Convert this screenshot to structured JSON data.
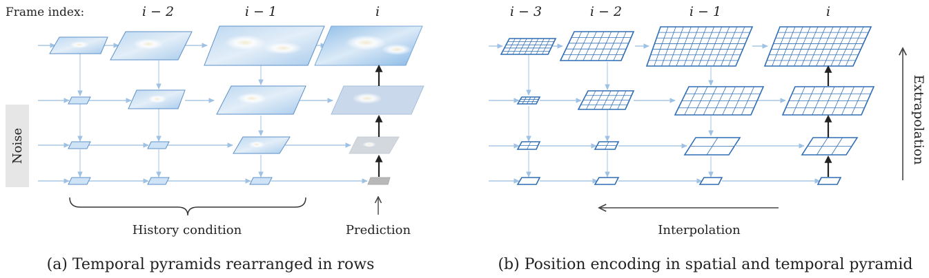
{
  "panel_a": {
    "frame_index_label": "Frame index:",
    "frames": [
      "i − 2",
      "i − 1",
      "i"
    ],
    "noise_label": "Noise",
    "history_label": "History condition",
    "prediction_label": "Prediction",
    "caption": "(a) Temporal pyramids rearranged in rows"
  },
  "panel_b": {
    "frames": [
      "i − 3",
      "i − 2",
      "i − 1",
      "i"
    ],
    "extrapolation_label": "Extrapolation",
    "interpolation_label": "Interpolation",
    "caption": "(b) Position encoding in spatial and temporal pyramid"
  },
  "colors": {
    "arrow_light": "#a9c8e6",
    "frame_fill": "#cfe3f7",
    "frame_stroke": "#5b8fc8",
    "grid_stroke": "#2e6db4",
    "dark_arrow": "#222222",
    "noise_band": "#e6e6e6"
  }
}
